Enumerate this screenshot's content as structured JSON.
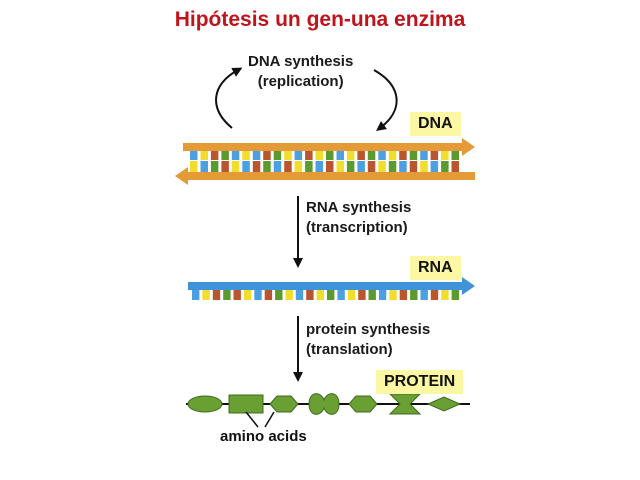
{
  "title": "Hipótesis un gen-una enzima",
  "replication": {
    "line1": "DNA synthesis",
    "line2": "(replication)"
  },
  "transcription": {
    "line1": "RNA synthesis",
    "line2": "(transcription)"
  },
  "translation": {
    "line1": "protein synthesis",
    "line2": "(translation)"
  },
  "labels": {
    "dna": "DNA",
    "rna": "RNA",
    "protein": "PROTEIN",
    "amino_acids": "amino acids"
  },
  "colors": {
    "title": "#c0141b",
    "strand": "#e39a37",
    "rna_strand": "#3f93d8",
    "base_blue": "#4c9fe0",
    "base_yellow": "#f1dd2b",
    "base_red": "#b9552f",
    "base_green": "#5b9a2f",
    "protein_green": "#6aa033",
    "tag_bg": "#fbf7a3"
  },
  "dna_top_bases": [
    "blue",
    "yellow",
    "red",
    "green",
    "blue",
    "yellow",
    "blue",
    "red",
    "green",
    "yellow",
    "blue",
    "red",
    "yellow",
    "green",
    "blue",
    "yellow",
    "red",
    "green",
    "blue",
    "yellow",
    "red",
    "green",
    "blue",
    "red",
    "yellow",
    "green"
  ],
  "dna_bottom_bases": [
    "yellow",
    "blue",
    "green",
    "red",
    "yellow",
    "blue",
    "red",
    "green",
    "blue",
    "red",
    "yellow",
    "green",
    "blue",
    "red",
    "yellow",
    "green",
    "blue",
    "red",
    "yellow",
    "green",
    "blue",
    "red",
    "yellow",
    "blue",
    "green",
    "red"
  ],
  "rna_bases": [
    "blue",
    "yellow",
    "red",
    "green",
    "red",
    "yellow",
    "blue",
    "red",
    "green",
    "yellow",
    "blue",
    "red",
    "yellow",
    "green",
    "blue",
    "yellow",
    "red",
    "green",
    "blue",
    "yellow",
    "red",
    "green",
    "blue",
    "red",
    "yellow",
    "green"
  ],
  "protein_shapes": [
    "ellipse",
    "rect",
    "hexagon",
    "peanut",
    "hexagon",
    "bowtie",
    "diamond"
  ]
}
